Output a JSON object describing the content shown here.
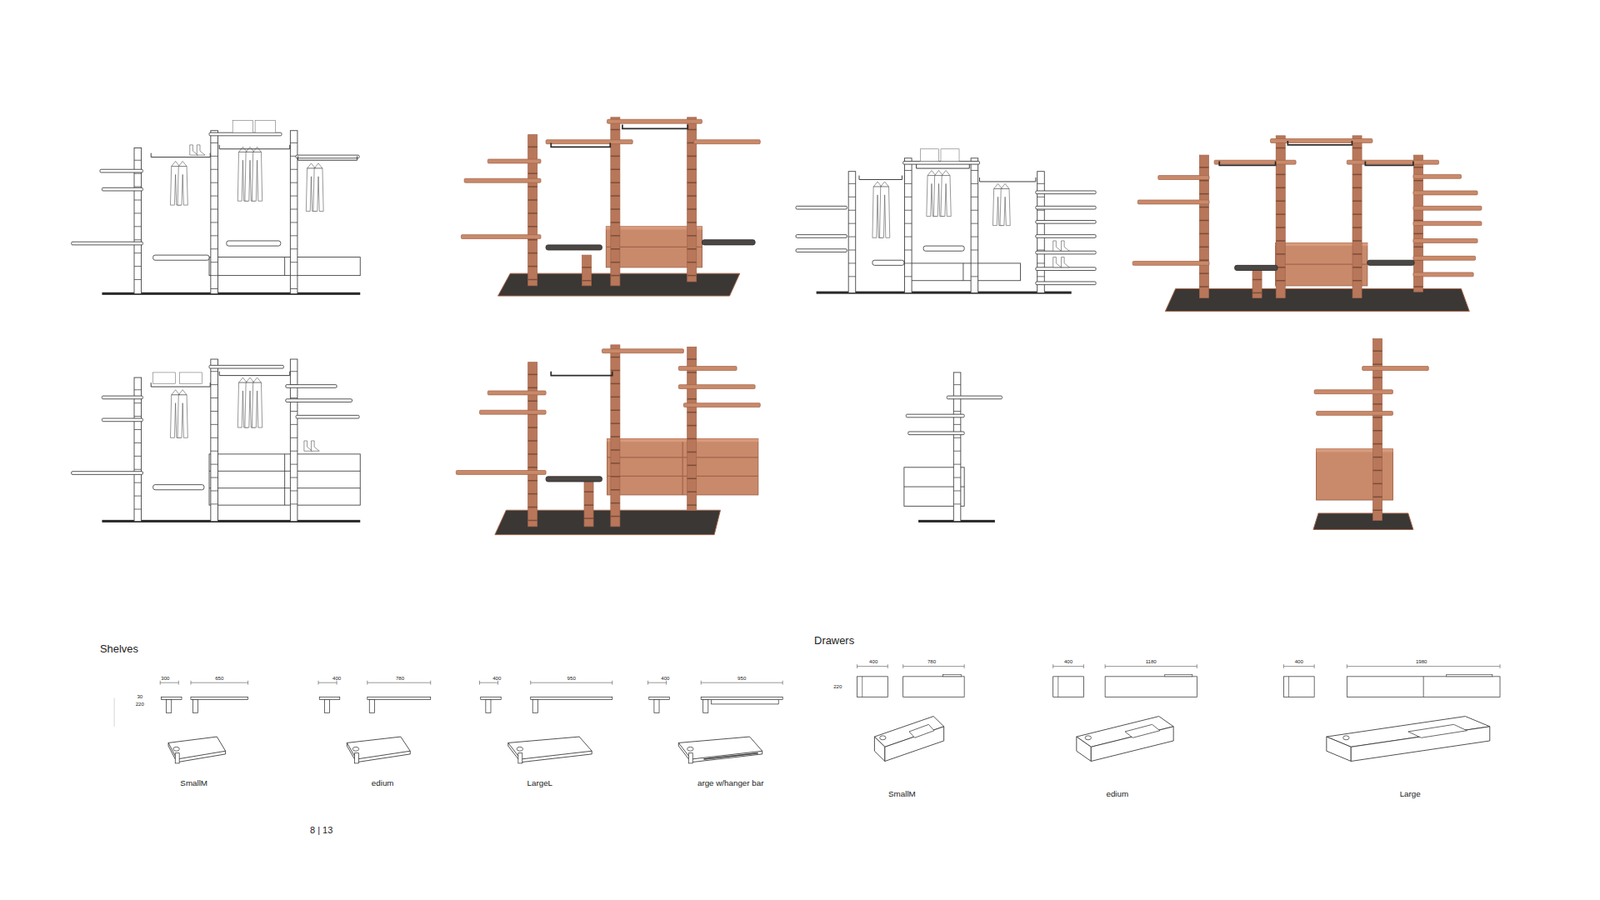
{
  "diagram": {
    "labels": [
      "Shelves",
      "300",
      "650",
      "30",
      "220",
      "400",
      "780",
      "400",
      "950",
      "400",
      "950",
      "SmallM",
      "edium",
      "LargeL",
      "arge w/hanger bar",
      "Drawers",
      "400",
      "780",
      "220",
      "400",
      "1180",
      "400",
      "1980",
      "SmallM",
      "edium",
      "Large",
      "8 | 13"
    ]
  }
}
